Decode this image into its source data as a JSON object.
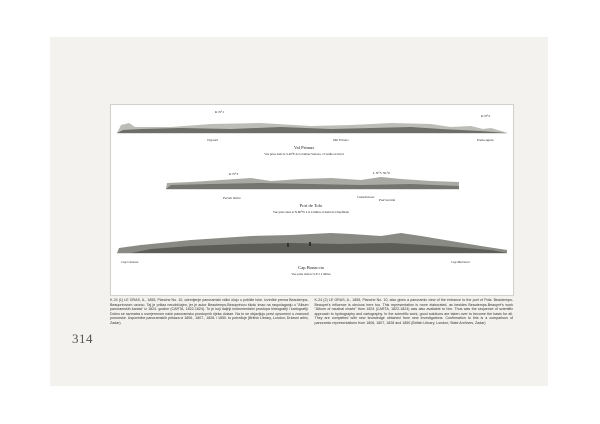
{
  "page_number": "314",
  "plate": {
    "view1": {
      "labels": {
        "left_mark": "K N°1",
        "right_mark": "K N°2",
        "bottom_left": "Orguoni",
        "bottom_mid": "Mel Primus",
        "bottom_right": "Punta Aguia"
      },
      "title": "Val Primus",
      "subtitle": "Vue prise dans le S.40°E de la Dubus Verreza, à l'ouille en livrai"
    },
    "view2": {
      "labels": {
        "left_mark": "K N°3",
        "right_mark": "L N°5 7K°6",
        "bottom_left": "Parolo Taitro",
        "bottom_mid": "Castelmenuo",
        "bottom_right": "Pod Gorizia"
      },
      "title": "Port de Tolo",
      "subtitle": "Vue prise dans le N.80°W à la 4 milles et demi de Chapfinder"
    },
    "view3": {
      "labels": {
        "bottom_left": "Cap Gironan",
        "bottom_right": "Cap Marmoro"
      },
      "title": "Cap Bonaccia",
      "subtitle": "Vue prise dans le S.E à 2 milles"
    }
  },
  "captions": {
    "left": "K-24 (1) LE GRAS, A., 1855, Planche No. 10, odredjenje panoramski vidici oluju u pobliže luke. Izvedbe prema Beautemps-Beaupréovom uzorcu. Taj je prikaz neuobičajen, jer je autor Beautemps-Beaupréovu školu imao na raspolaganju u \"Album panoramskih karata\" iz 1824. godine (CARTA, 1822-1824). To je koji daljnji instrumentalni prostupa hidrografiji i kartografiji. Dobro se razmatra u usmjerenom nače panoramsku prostupnih rijeka dolaze. Na to se objavljuju pravi opsomeni u znanosti pomorske. Usporedbe panoramskih prikaza iz 1806., 1807., 1828. i 1850. to potvrđuje (British Library, London; Državni arhiv, Zadar)",
    "right": "K-24 (2) LE GRAS, A., 1855, Planche No. 10, also gives a panoramic view of the entrance to the port of Pola. Beautemps-Beaupré's influence is obvious here too. This representation is more elaborated, as besides Beautemps-Beaupré's work \"Album of nautical charts\" from 1824 (CARTA, 1822-1824) was also available to him. Thus was the sequence of scientific approach to hydrography and cartography. In the scientific work, good solutions are taken over to become the basis for all. They are completed with new knowledge obtained from new investigations. Confirmation to this is a comparison of panoramic representations from 1806, 1807, 1828 and 1850 (British Library, London; State Archives, Zadar)"
  }
}
